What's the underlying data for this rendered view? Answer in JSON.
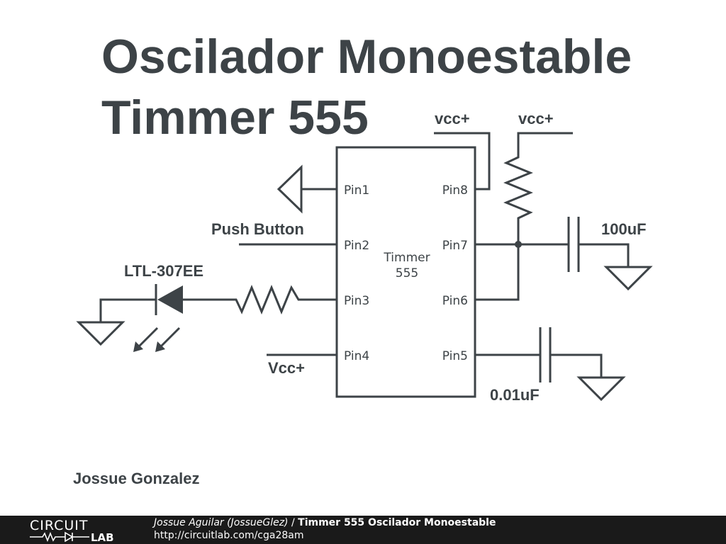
{
  "title": {
    "line1": "Oscilador Monoestable",
    "line2": "Timmer 555"
  },
  "ic": {
    "name_line1": "Timmer",
    "name_line2": "555",
    "pins_left": [
      "Pin1",
      "Pin2",
      "Pin3",
      "Pin4"
    ],
    "pins_right": [
      "Pin8",
      "Pin7",
      "Pin6",
      "Pin5"
    ]
  },
  "labels": {
    "vcc_pin8": "vcc+",
    "vcc_resistor": "vcc+",
    "push_button": "Push Button",
    "led": "LTL-307EE",
    "vcc_pin4": "Vcc+",
    "cap_timing": "100uF",
    "cap_control": "0.01uF"
  },
  "author": "Jossue Gonzalez",
  "footer": {
    "logo_line1": "CIRCUIT",
    "logo_line2": "LAB",
    "author_credit": "Jossue Aguilar (JossueGlez)",
    "separator": " / ",
    "project_title": "Timmer 555 Oscilador Monoestable",
    "url": "http://circuitlab.com/cga28am"
  },
  "colors": {
    "ink": "#3d4347",
    "footer_bg": "#1a1a1a"
  }
}
